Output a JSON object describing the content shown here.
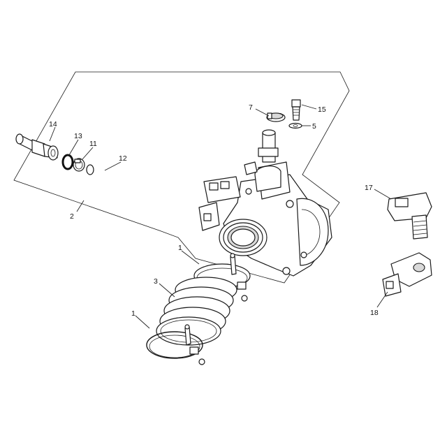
{
  "callouts": {
    "c1a": "1",
    "c1b": "1",
    "c2": "2",
    "c3": "3",
    "c5": "5",
    "c7": "7",
    "c11": "11",
    "c12": "12",
    "c13": "13",
    "c14": "14",
    "c15": "15",
    "c17": "17",
    "c18": "18"
  }
}
